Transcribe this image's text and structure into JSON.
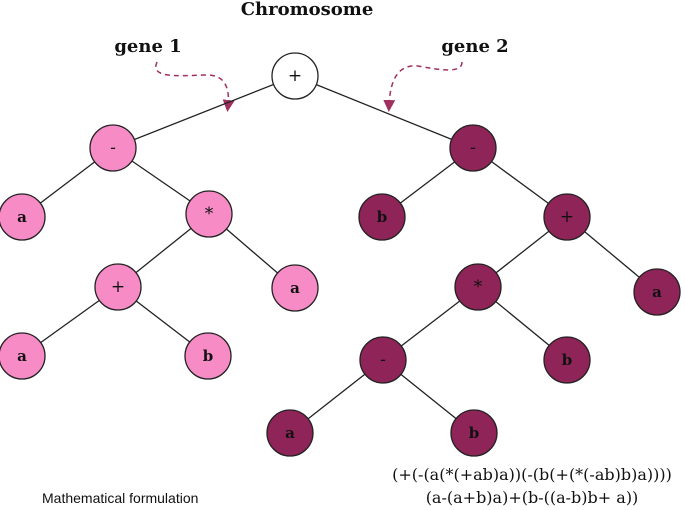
{
  "title": "Chromosome",
  "gene_labels": [
    "gene 1",
    "gene 2"
  ],
  "formulation_label": "Mathematical formulation",
  "formula_prefix": "(+(-(a(*(+ab)a))(-(b(+(*(-ab)b)a))))",
  "formula_infix": "(a-(a+b)a)+(b-((a-b)b+ a))",
  "colors": {
    "root": "#ffffff",
    "gene1": "#f78bc6",
    "gene2": "#8e2458",
    "stroke": "#222222",
    "arrow": "#a0305f"
  },
  "tree": {
    "root": {
      "label": "+"
    },
    "gene1": [
      "-",
      "a",
      "*",
      "+",
      "a",
      "a",
      "b"
    ],
    "gene2": [
      "-",
      "b",
      "+",
      "*",
      "a",
      "-",
      "b",
      "a",
      "b"
    ]
  }
}
